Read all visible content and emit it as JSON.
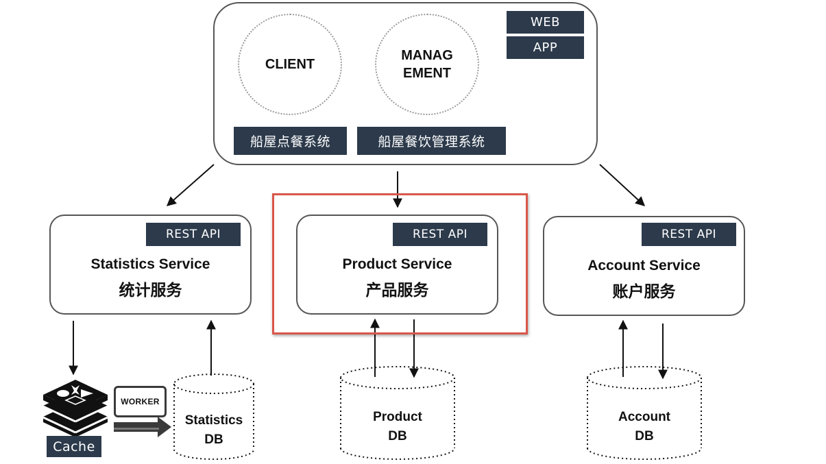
{
  "platform": {
    "web_label": "WEB",
    "app_label": "APP",
    "client_label": "CLIENT",
    "management_label_line1": "MANAG",
    "management_label_line2": "EMENT",
    "ordering_system": "船屋点餐系统",
    "management_system": "船屋餐饮管理系统"
  },
  "services": {
    "statistics": {
      "api": "REST API",
      "title": "Statistics Service",
      "title_cn": "统计服务"
    },
    "product": {
      "api": "REST API",
      "title": "Product Service",
      "title_cn": "产品服务"
    },
    "account": {
      "api": "REST API",
      "title": "Account Service",
      "title_cn": "账户服务"
    }
  },
  "databases": {
    "statistics": {
      "line1": "Statistics",
      "line2": "DB"
    },
    "product": {
      "line1": "Product",
      "line2": "DB"
    },
    "account": {
      "line1": "Account",
      "line2": "DB"
    }
  },
  "cache": {
    "label": "Cache",
    "icon": "redis-stack-icon"
  },
  "worker": {
    "label": "WORKER"
  },
  "colors": {
    "tag_bg": "#2c3a4b",
    "highlight": "#d9574a"
  }
}
